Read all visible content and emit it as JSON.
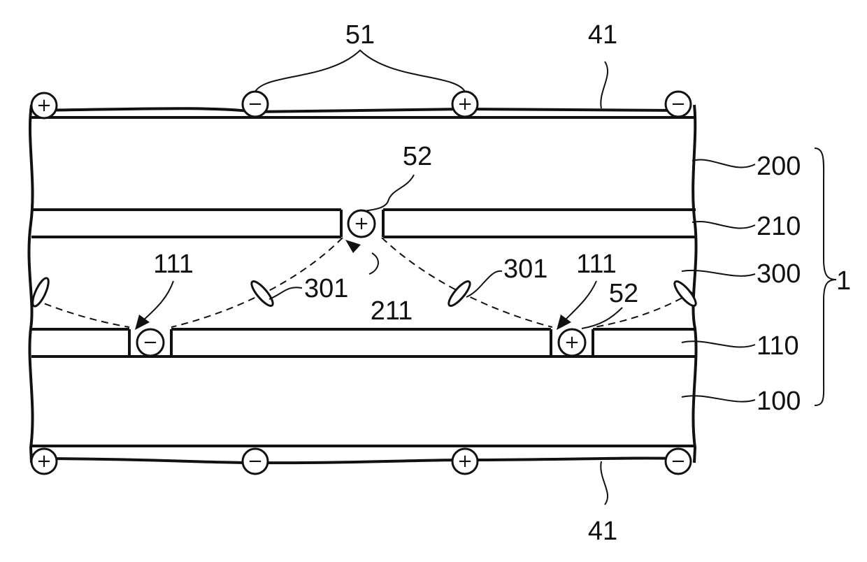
{
  "labels": {
    "top_charge_group": "51",
    "top_film": "41",
    "bottom_film": "41",
    "upper_substrate": "200",
    "upper_electrode": "210",
    "liquid_crystal_layer": "300",
    "lower_electrode": "110",
    "lower_substrate": "100",
    "panel": "1",
    "upper_opening": "211",
    "lower_opening_left": "111",
    "lower_opening_right": "111",
    "upper_charge_ref": "52",
    "lower_charge_ref": "52",
    "molecule_left": "301",
    "molecule_right": "301"
  },
  "charges": {
    "top_1": "+",
    "top_2": "−",
    "top_3": "+",
    "top_4": "−",
    "bottom_1": "+",
    "bottom_2": "−",
    "bottom_3": "+",
    "bottom_4": "−",
    "upper_opening": "+",
    "lower_opening_left": "−",
    "lower_opening_right": "+"
  }
}
